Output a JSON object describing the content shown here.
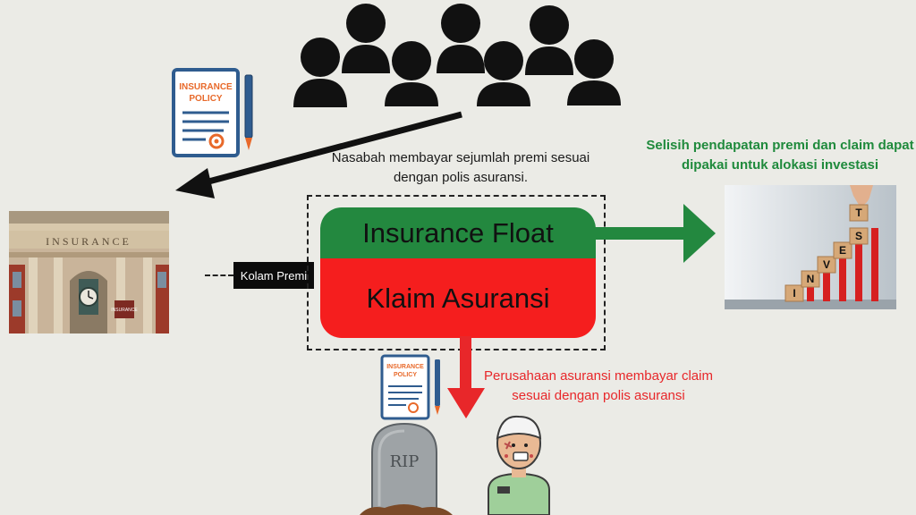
{
  "captions": {
    "customers_pay": "Nasabah membayar sejumlah premi sesuai dengan polis asuransi.",
    "investment": "Selisih pendapatan premi dan claim dapat dipakai untuk alokasi investasi",
    "company_pays": "Perusahaan asuransi membayar claim sesuai dengan polis asuransi"
  },
  "box": {
    "float_label": "Insurance Float",
    "claims_label": "Klaim Asuransi"
  },
  "kolam_premi": "Kolam Premi",
  "building_sign": "INSURANCE",
  "policy_doc": {
    "line1": "INSURANCE",
    "line2": "POLICY"
  },
  "invest_blocks": [
    "I",
    "N",
    "V",
    "E",
    "S",
    "T"
  ],
  "tombstone_text": "RIP",
  "colors": {
    "background": "#ebebe6",
    "float_green": "#23883f",
    "claims_red": "#f51e1e",
    "caption_green": "#1f8a3c",
    "caption_red": "#e8272a"
  },
  "icons": [
    "people-group-icon",
    "insurance-policy-icon",
    "building-photo",
    "invest-photo",
    "tombstone-icon",
    "injured-person-icon"
  ]
}
